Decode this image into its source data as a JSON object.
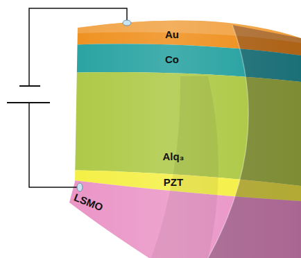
{
  "diagram": {
    "nodes": [
      {
        "text": [
          "Au"
        ]
      },
      {
        "text": [
          "Co"
        ]
      },
      {
        "text": [
          "Alq₃"
        ]
      },
      {
        "text": [
          "PZT"
        ]
      },
      {
        "text": [
          "LSMO"
        ]
      }
    ]
  }
}
